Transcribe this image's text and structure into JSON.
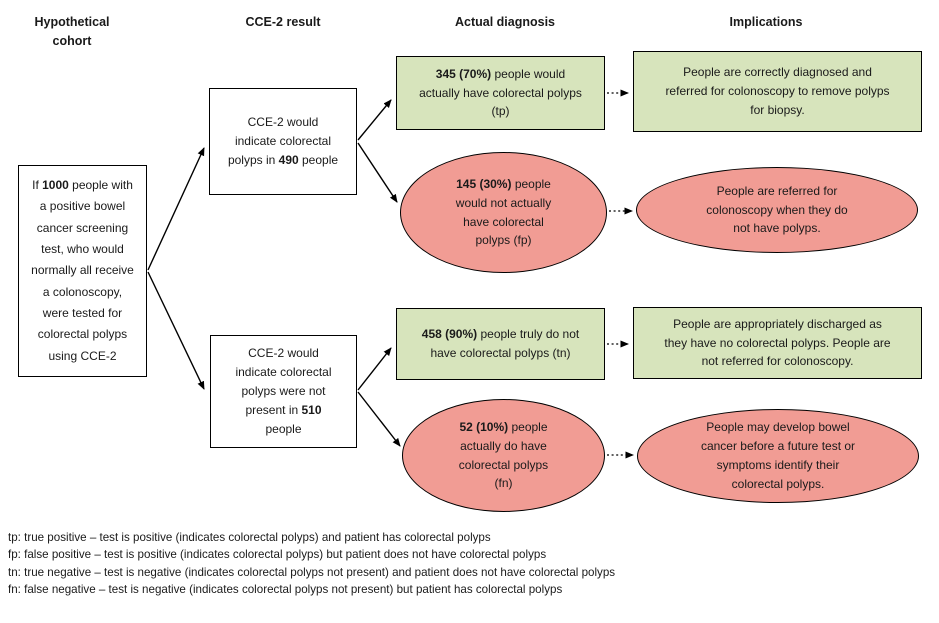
{
  "headers": {
    "cohort": "Hypothetical\ncohort",
    "result": "CCE-2 result",
    "diagnosis": "Actual diagnosis",
    "implications": "Implications"
  },
  "nodes": {
    "cohort": {
      "prefix": "If ",
      "bold": "1000",
      "suffix": " people with\na positive bowel\ncancer screening\ntest, who would\nnormally all receive\na colonoscopy,\nwere tested for\ncolorectal polyps\nusing CCE-2"
    },
    "result_positive": {
      "prefix": "CCE-2 would\nindicate colorectal\npolyps in ",
      "bold": "490",
      "suffix": " people"
    },
    "result_negative": {
      "prefix": "CCE-2 would\nindicate colorectal\npolyps were not\npresent in ",
      "bold": "510",
      "suffix": "\npeople"
    },
    "tp": {
      "bold": "345 (70%)",
      "suffix": " people would\nactually have colorectal polyps\n(tp)"
    },
    "fp": {
      "bold": "145 (30%)",
      "suffix": " people\nwould not actually\nhave colorectal\npolyps (fp)"
    },
    "tn": {
      "bold": "458 (90%)",
      "suffix": " people truly do not\nhave colorectal polyps (tn)"
    },
    "fn": {
      "bold": "52 (10%)",
      "suffix": " people\nactually do have\ncolorectal polyps\n(fn)"
    },
    "imp_tp": {
      "text": "People are correctly diagnosed and\nreferred for colonoscopy to remove polyps\nfor biopsy."
    },
    "imp_fp": {
      "text": "People are referred for\ncolonoscopy when they do\nnot have polyps."
    },
    "imp_tn": {
      "text": "People are appropriately discharged as\nthey have no colorectal polyps. People are\nnot referred for colonoscopy."
    },
    "imp_fn": {
      "text": "People may develop bowel\ncancer before a future test or\nsymptoms identify their\ncolorectal polyps."
    }
  },
  "footnotes": [
    "tp: true positive – test is positive (indicates colorectal polyps) and patient has colorectal polyps",
    "fp: false positive – test is positive (indicates colorectal polyps) but patient does not have colorectal polyps",
    "tn: true negative – test is negative (indicates colorectal polyps not present) and patient does not have colorectal polyps",
    "fn: false negative – test is negative (indicates colorectal polyps not present)  but patient has colorectal polyps"
  ],
  "colors": {
    "positive_fill": "#d7e4bc",
    "negative_fill": "#f19c94",
    "line": "#000000"
  }
}
